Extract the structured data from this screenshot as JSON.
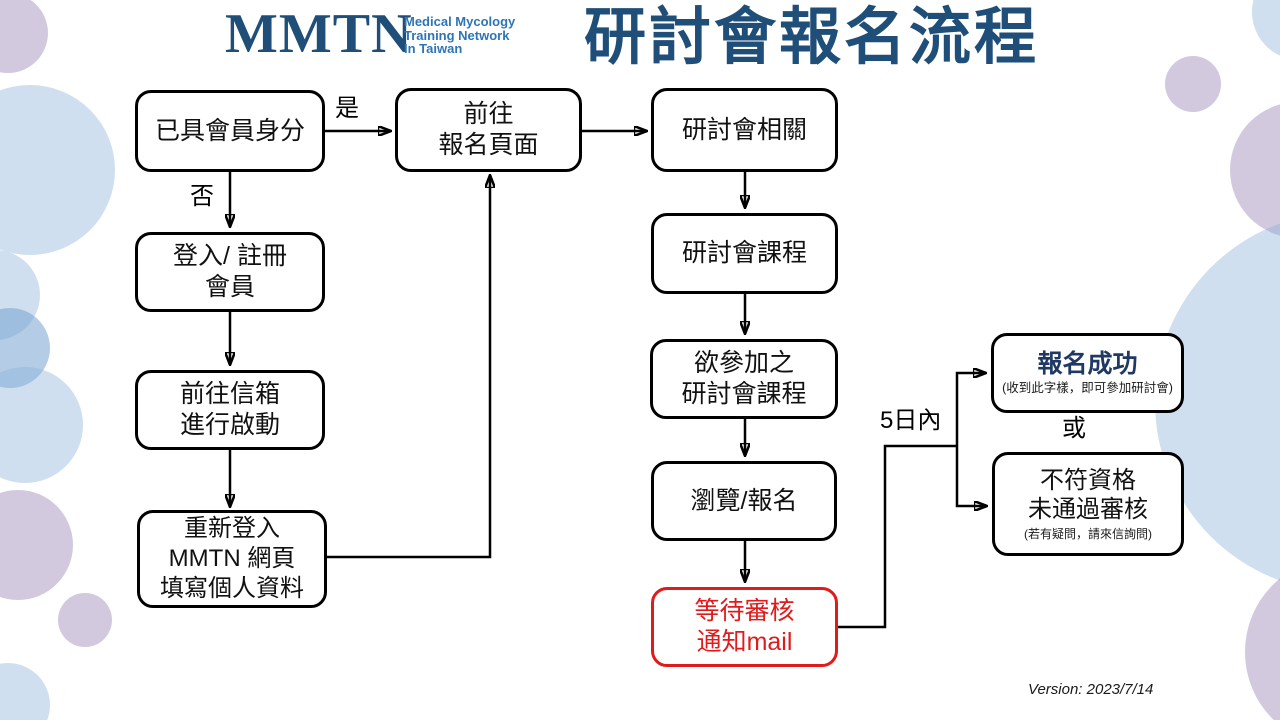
{
  "header": {
    "logo_acronym": "MMTN",
    "logo_subtitle": "Medical Mycology\nTraining Network\nIn Taiwan",
    "title": "研討會報名流程"
  },
  "nodes": {
    "member_check": {
      "label": "已具會員身分"
    },
    "register": {
      "label": "登入/ 註冊\n會員"
    },
    "activate": {
      "label": "前往信箱\n進行啟動"
    },
    "relogin": {
      "label": "重新登入\nMMTN 網頁\n填寫個人資料"
    },
    "goto_page": {
      "label": "前往\n報名頁面"
    },
    "seminar_related": {
      "label": "研討會相關"
    },
    "seminar_course": {
      "label": "研討會課程"
    },
    "desired_course": {
      "label": "欲參加之\n研討會課程"
    },
    "browse_register": {
      "label": "瀏覽/報名"
    },
    "wait_review": {
      "label": "等待審核\n通知mail"
    },
    "success": {
      "label": "報名成功",
      "note": "(收到此字樣，即可參加研討會)"
    },
    "rejected": {
      "label": "不符資格\n未通過審核",
      "note": "(若有疑問，請來信詢問)"
    }
  },
  "edge_labels": {
    "yes": "是",
    "no": "否",
    "within_days": "5日內",
    "or": "或"
  },
  "footer": {
    "version": "Version: 2023/7/14"
  },
  "colors": {
    "brand_navy": "#1f4e79",
    "logo_blue": "#2e75b6",
    "alert_red": "#e01b1c",
    "success_navy": "#1f3864"
  }
}
